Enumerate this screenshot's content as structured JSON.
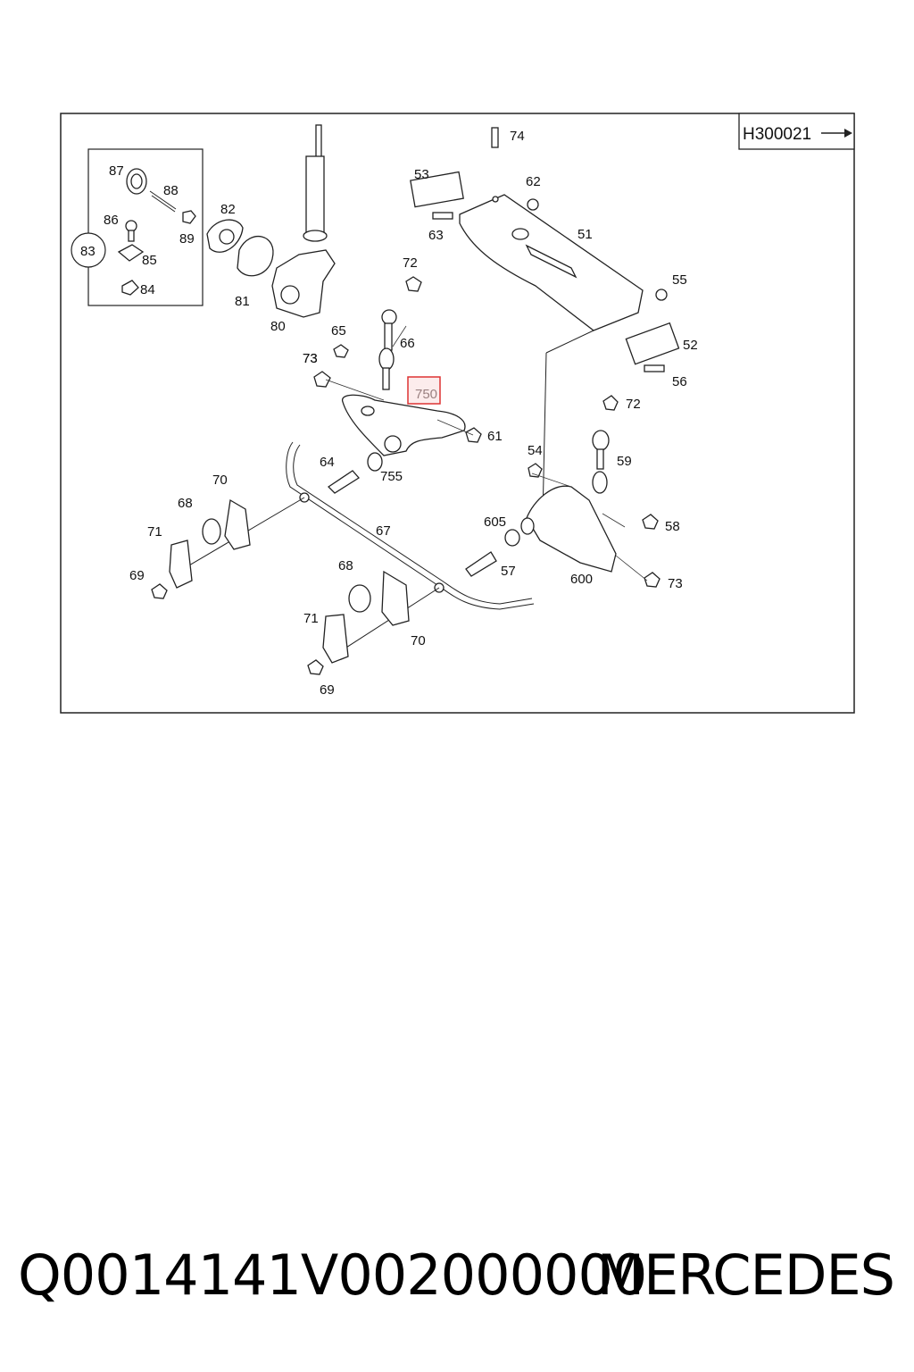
{
  "diagram": {
    "reference_code": "H300021",
    "highlighted_label": "750",
    "labels": [
      "87",
      "88",
      "86",
      "89",
      "83",
      "85",
      "84",
      "82",
      "81",
      "80",
      "73",
      "72",
      "65",
      "66",
      "73",
      "750",
      "61",
      "64",
      "755",
      "70",
      "68",
      "71",
      "69",
      "67",
      "68",
      "71",
      "70",
      "69",
      "74",
      "53",
      "62",
      "63",
      "51",
      "55",
      "52",
      "56",
      "72",
      "59",
      "54",
      "58",
      "605",
      "57",
      "600",
      "73"
    ]
  },
  "footer": {
    "code": "Q0014141V002000000",
    "brand": "MERCEDES"
  }
}
